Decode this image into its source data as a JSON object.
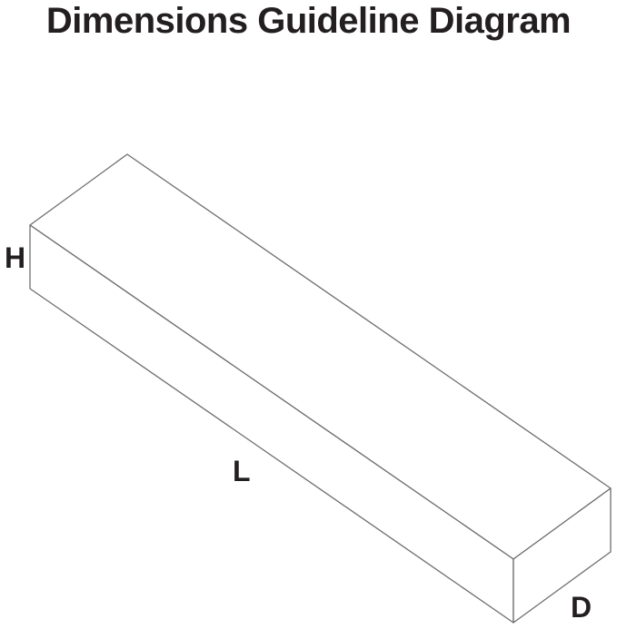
{
  "title": "Dimensions Guideline Diagram",
  "diagram": {
    "label_height": "H",
    "label_length": "L",
    "label_depth": "D"
  },
  "colors": {
    "line": "#6d6e71",
    "text": "#231f20",
    "background": "#ffffff"
  }
}
